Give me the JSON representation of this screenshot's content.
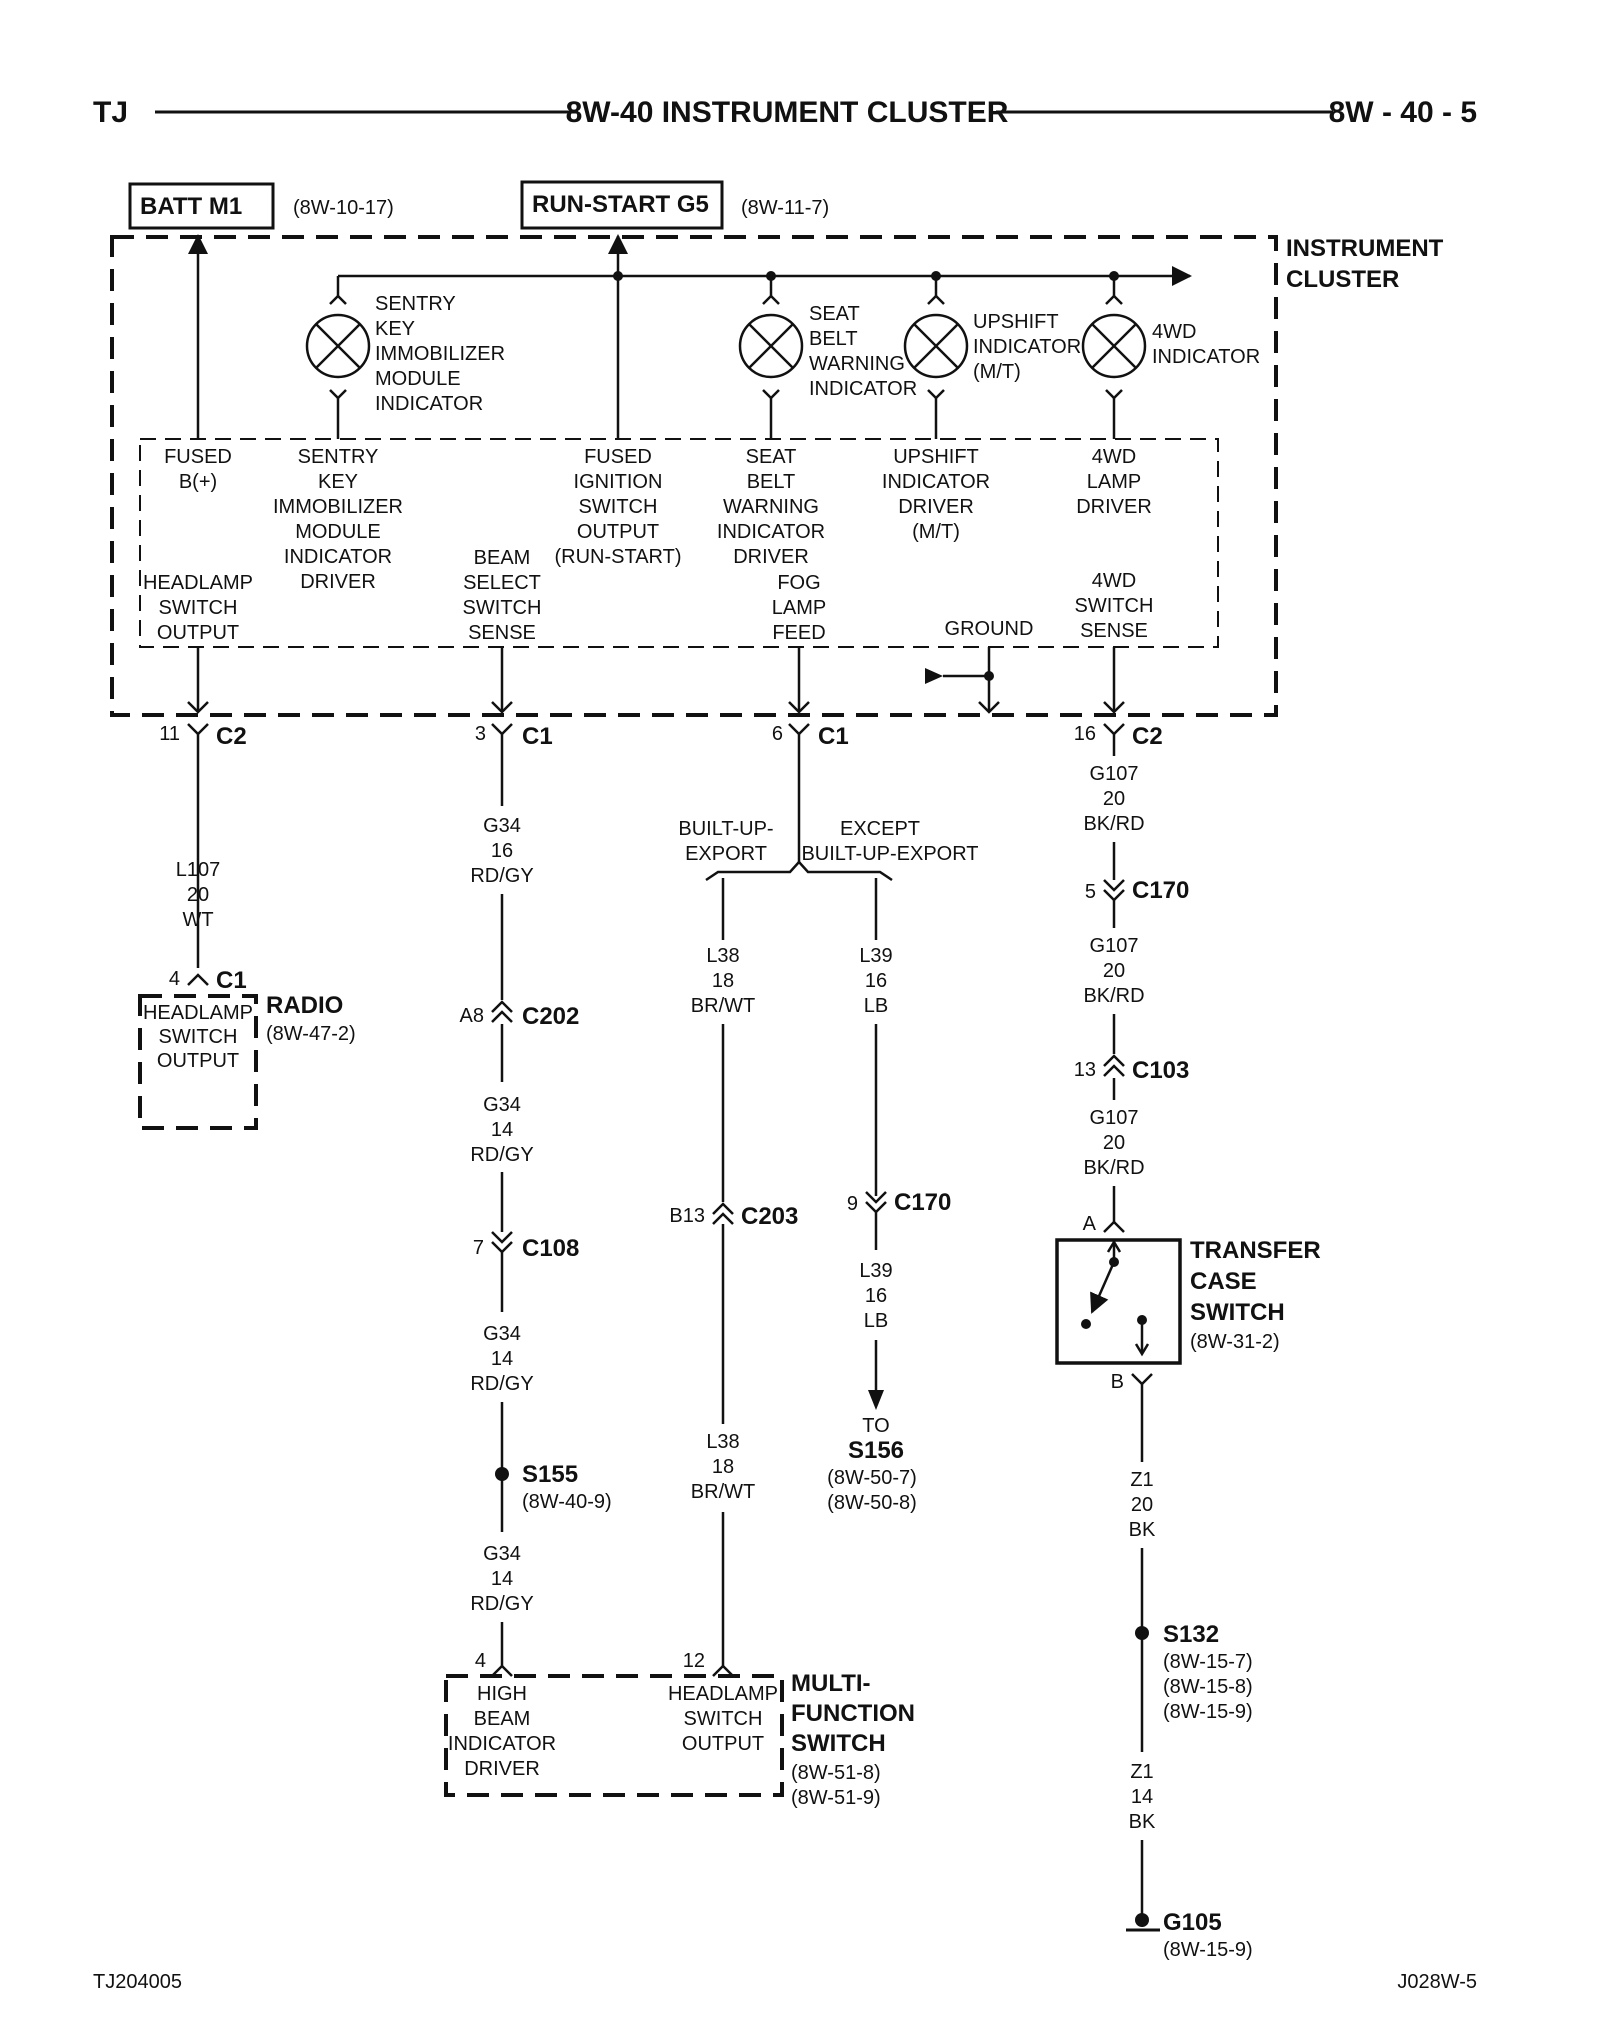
{
  "header": {
    "left": "TJ",
    "title": "8W-40 INSTRUMENT CLUSTER",
    "right": "8W - 40 - 5"
  },
  "footer": {
    "left": "TJ204005",
    "right": "J028W-5"
  },
  "sources": {
    "batt": {
      "label": "BATT M1",
      "ref": "(8W-10-17)"
    },
    "runstart": {
      "label": "RUN-START G5",
      "ref": "(8W-11-7)"
    }
  },
  "cluster": {
    "name": [
      "INSTRUMENT",
      "CLUSTER"
    ],
    "lamps": {
      "sentry": [
        "SENTRY",
        "KEY",
        "IMMOBILIZER",
        "MODULE",
        "INDICATOR"
      ],
      "seatbelt": [
        "SEAT",
        "BELT",
        "WARNING",
        "INDICATOR"
      ],
      "upshift": [
        "UPSHIFT",
        "INDICATOR",
        "(M/T)"
      ],
      "fwd": [
        "4WD",
        "INDICATOR"
      ]
    },
    "inner": {
      "fused_b": [
        "FUSED",
        "B(+)"
      ],
      "sentry_driver": [
        "SENTRY",
        "KEY",
        "IMMOBILIZER",
        "MODULE",
        "INDICATOR",
        "DRIVER"
      ],
      "fused_ign": [
        "FUSED",
        "IGNITION",
        "SWITCH",
        "OUTPUT",
        "(RUN-START)"
      ],
      "seat_driver": [
        "SEAT",
        "BELT",
        "WARNING",
        "INDICATOR",
        "DRIVER"
      ],
      "upshift_driver": [
        "UPSHIFT",
        "INDICATOR",
        "DRIVER",
        "(M/T)"
      ],
      "lamp_driver": [
        "4WD",
        "LAMP",
        "DRIVER"
      ],
      "headlamp_out": [
        "HEADLAMP",
        "SWITCH",
        "OUTPUT"
      ],
      "beam_sense": [
        "BEAM",
        "SELECT",
        "SWITCH",
        "SENSE"
      ],
      "fog_feed": [
        "FOG",
        "LAMP",
        "FEED"
      ],
      "ground": "GROUND",
      "fwd_sense": [
        "4WD",
        "SWITCH",
        "SENSE"
      ]
    }
  },
  "connectors": {
    "c2_11": {
      "pin": "11",
      "name": "C2"
    },
    "c1_3": {
      "pin": "3",
      "name": "C1"
    },
    "c1_6": {
      "pin": "6",
      "name": "C1"
    },
    "c2_16": {
      "pin": "16",
      "name": "C2"
    },
    "radio_c1": {
      "pin": "4",
      "name": "C1"
    },
    "c202": {
      "pin": "A8",
      "name": "C202"
    },
    "c108": {
      "pin": "7",
      "name": "C108"
    },
    "c203": {
      "pin": "B13",
      "name": "C203"
    },
    "c170a": {
      "pin": "9",
      "name": "C170"
    },
    "c170b": {
      "pin": "5",
      "name": "C170"
    },
    "c103": {
      "pin": "13",
      "name": "C103"
    },
    "mfs4": {
      "pin": "4"
    },
    "mfs12": {
      "pin": "12"
    },
    "tcs_a": {
      "pin": "A"
    },
    "tcs_b": {
      "pin": "B"
    }
  },
  "wires": {
    "l107": [
      "L107",
      "20",
      "WT"
    ],
    "g34_16": [
      "G34",
      "16",
      "RD/GY"
    ],
    "g34_14a": [
      "G34",
      "14",
      "RD/GY"
    ],
    "g34_14b": [
      "G34",
      "14",
      "RD/GY"
    ],
    "g34_14c": [
      "G34",
      "14",
      "RD/GY"
    ],
    "l38a": [
      "L38",
      "18",
      "BR/WT"
    ],
    "l38b": [
      "L38",
      "18",
      "BR/WT"
    ],
    "l39a": [
      "L39",
      "16",
      "LB"
    ],
    "l39b": [
      "L39",
      "16",
      "LB"
    ],
    "g107a": [
      "G107",
      "20",
      "BK/RD"
    ],
    "g107b": [
      "G107",
      "20",
      "BK/RD"
    ],
    "g107c": [
      "G107",
      "20",
      "BK/RD"
    ],
    "z1_20": [
      "Z1",
      "20",
      "BK"
    ],
    "z1_14": [
      "Z1",
      "14",
      "BK"
    ]
  },
  "branch": {
    "left": [
      "BUILT-UP-",
      "EXPORT"
    ],
    "right": [
      "EXCEPT",
      "BUILT-UP-EXPORT"
    ]
  },
  "components": {
    "radio": {
      "name": "RADIO",
      "ref": "(8W-47-2)",
      "pin_label": [
        "HEADLAMP",
        "SWITCH",
        "OUTPUT"
      ]
    },
    "mfs": {
      "name": [
        "MULTI-",
        "FUNCTION",
        "SWITCH"
      ],
      "refs": [
        "(8W-51-8)",
        "(8W-51-9)"
      ],
      "left_label": [
        "HIGH",
        "BEAM",
        "INDICATOR",
        "DRIVER"
      ],
      "right_label": [
        "HEADLAMP",
        "SWITCH",
        "OUTPUT"
      ]
    },
    "tcs": {
      "name": [
        "TRANSFER",
        "CASE",
        "SWITCH"
      ],
      "ref": "(8W-31-2)"
    }
  },
  "splices": {
    "s155": {
      "name": "S155",
      "refs": [
        "(8W-40-9)"
      ]
    },
    "s132": {
      "name": "S132",
      "refs": [
        "(8W-15-7)",
        "(8W-15-8)",
        "(8W-15-9)"
      ]
    },
    "s156": {
      "to": "TO",
      "name": "S156",
      "refs": [
        "(8W-50-7)",
        "(8W-50-8)"
      ]
    }
  },
  "ground": {
    "name": "G105",
    "ref": "(8W-15-9)"
  }
}
